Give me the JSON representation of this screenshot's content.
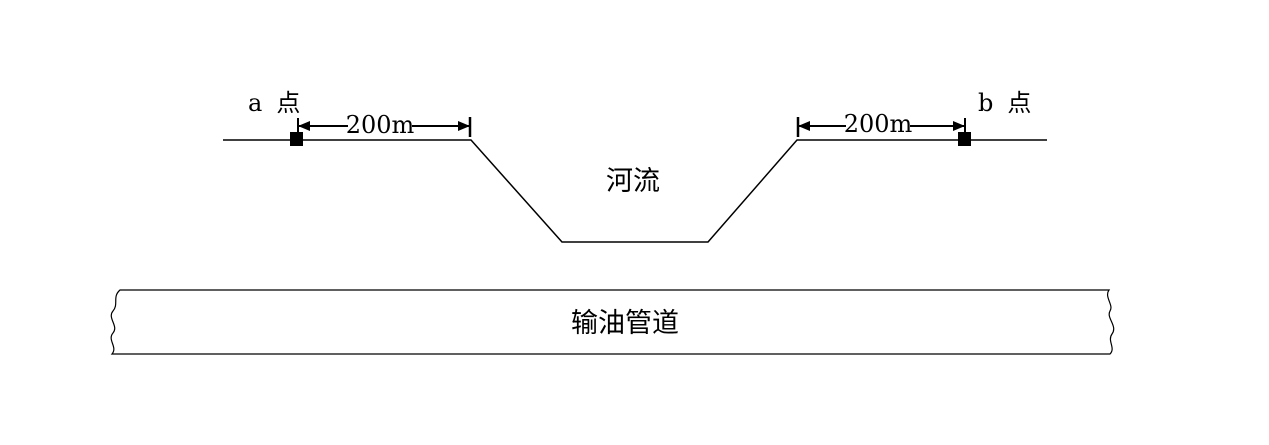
{
  "point_a": {
    "letter": "a",
    "suffix": "点"
  },
  "point_b": {
    "letter": "b",
    "suffix": "点"
  },
  "distance_left": "200m",
  "distance_right": "200m",
  "river_label": "河流",
  "pipeline_label": "输油管道",
  "colors": {
    "line": "#000000",
    "background": "#ffffff"
  }
}
